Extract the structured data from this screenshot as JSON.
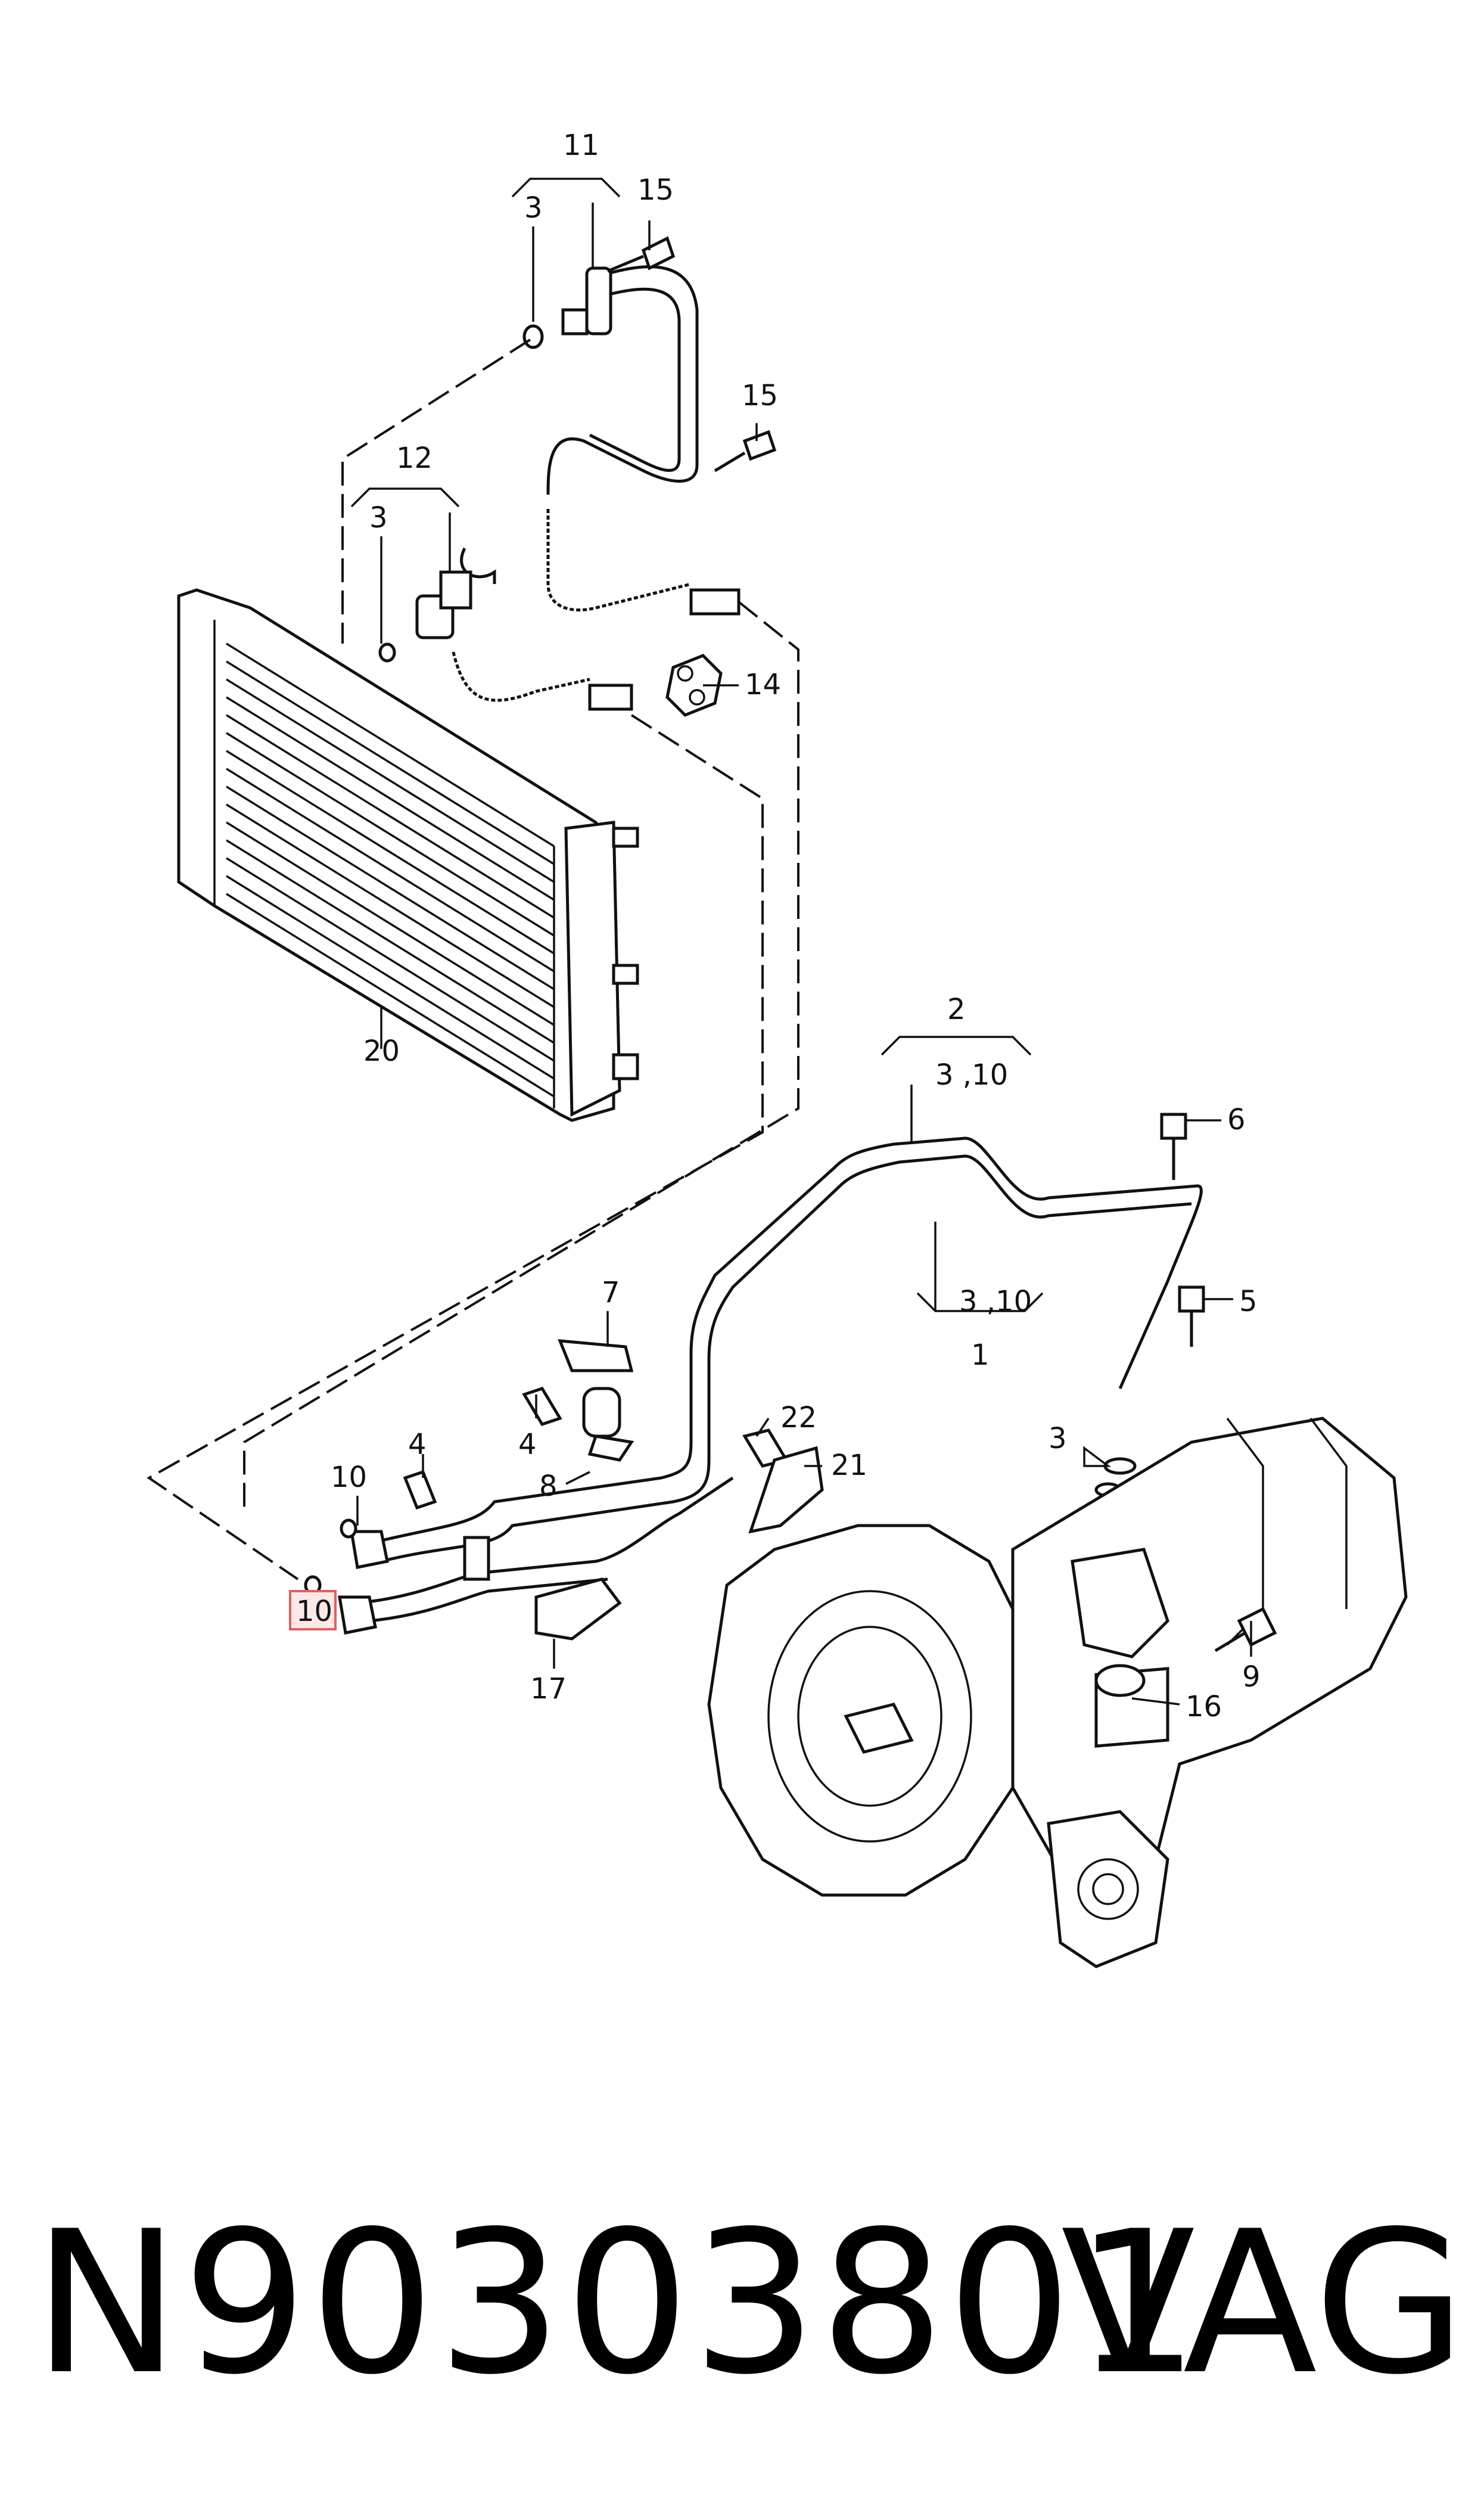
{
  "callouts": {
    "c11": "11",
    "c3_top": "3",
    "c15_top": "15",
    "c15_mid": "15",
    "c12": "12",
    "c3_mid": "3",
    "c14": "14",
    "c20": "20",
    "c2": "2",
    "c3_10_top": "3 ,10",
    "c6": "6",
    "c5": "5",
    "c3_10_bottom": "3 ,10",
    "c1": "1",
    "c7": "7",
    "c4_a": "4",
    "c4_b": "4",
    "c22": "22",
    "c21": "21",
    "c3_low": "3",
    "c8": "8",
    "c10_a": "10",
    "c10_highlighted": "10",
    "c9": "9",
    "c16": "16",
    "c17": "17"
  },
  "colors": {
    "line": "#111111",
    "highlight_border": "#e06060",
    "highlight_fill": "#fde8e8"
  },
  "footer": {
    "part_number": "N90303801",
    "brand": "VAG"
  }
}
